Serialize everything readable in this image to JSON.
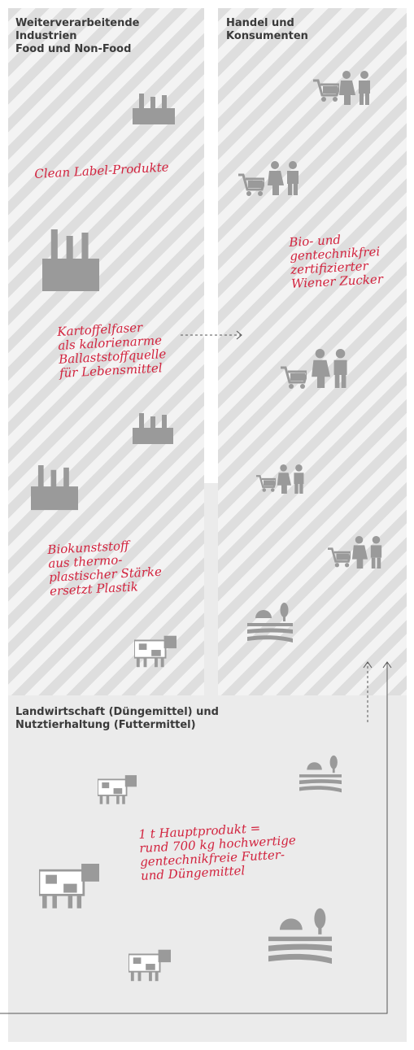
{
  "columns": {
    "left": {
      "heading": [
        "Weiterverarbeitende",
        "Industrien",
        "Food und Non-Food"
      ]
    },
    "right": {
      "heading": [
        "Handel und",
        "Konsumenten"
      ]
    },
    "bottom": {
      "heading": [
        "Landwirtschaft (Düngemittel) und",
        "Nutztierhaltung (Futtermittel)"
      ]
    }
  },
  "annotations": {
    "clean_label": [
      "Clean Label-Produkte"
    ],
    "wiener_zucker": [
      "Bio- und",
      "gentechnikfrei",
      "zertifizierter",
      "Wiener Zucker"
    ],
    "kartoffelfaser": [
      "Kartoffelfaser",
      "als kalorienarme",
      "Ballaststoffquelle",
      "für Lebensmittel"
    ],
    "biokunststoff": [
      "Biokunststoff",
      "aus thermo-",
      "plastischer Stärke",
      "ersetzt Plastik"
    ],
    "hauptprodukt": [
      "1 t Hauptprodukt =",
      "rund 700 kg hochwertige",
      "gentechnikfreie Futter-",
      "und Düngemittel"
    ]
  },
  "colors": {
    "accent_red": "#d2233e",
    "icon_gray": "#9a9a9a",
    "heading_text": "#3a3a3a",
    "arrow_line": "#555555"
  },
  "icons": [
    "factory-icon",
    "shopping-cart-icon",
    "family-icon",
    "field-sun-icon",
    "cow-icon"
  ]
}
